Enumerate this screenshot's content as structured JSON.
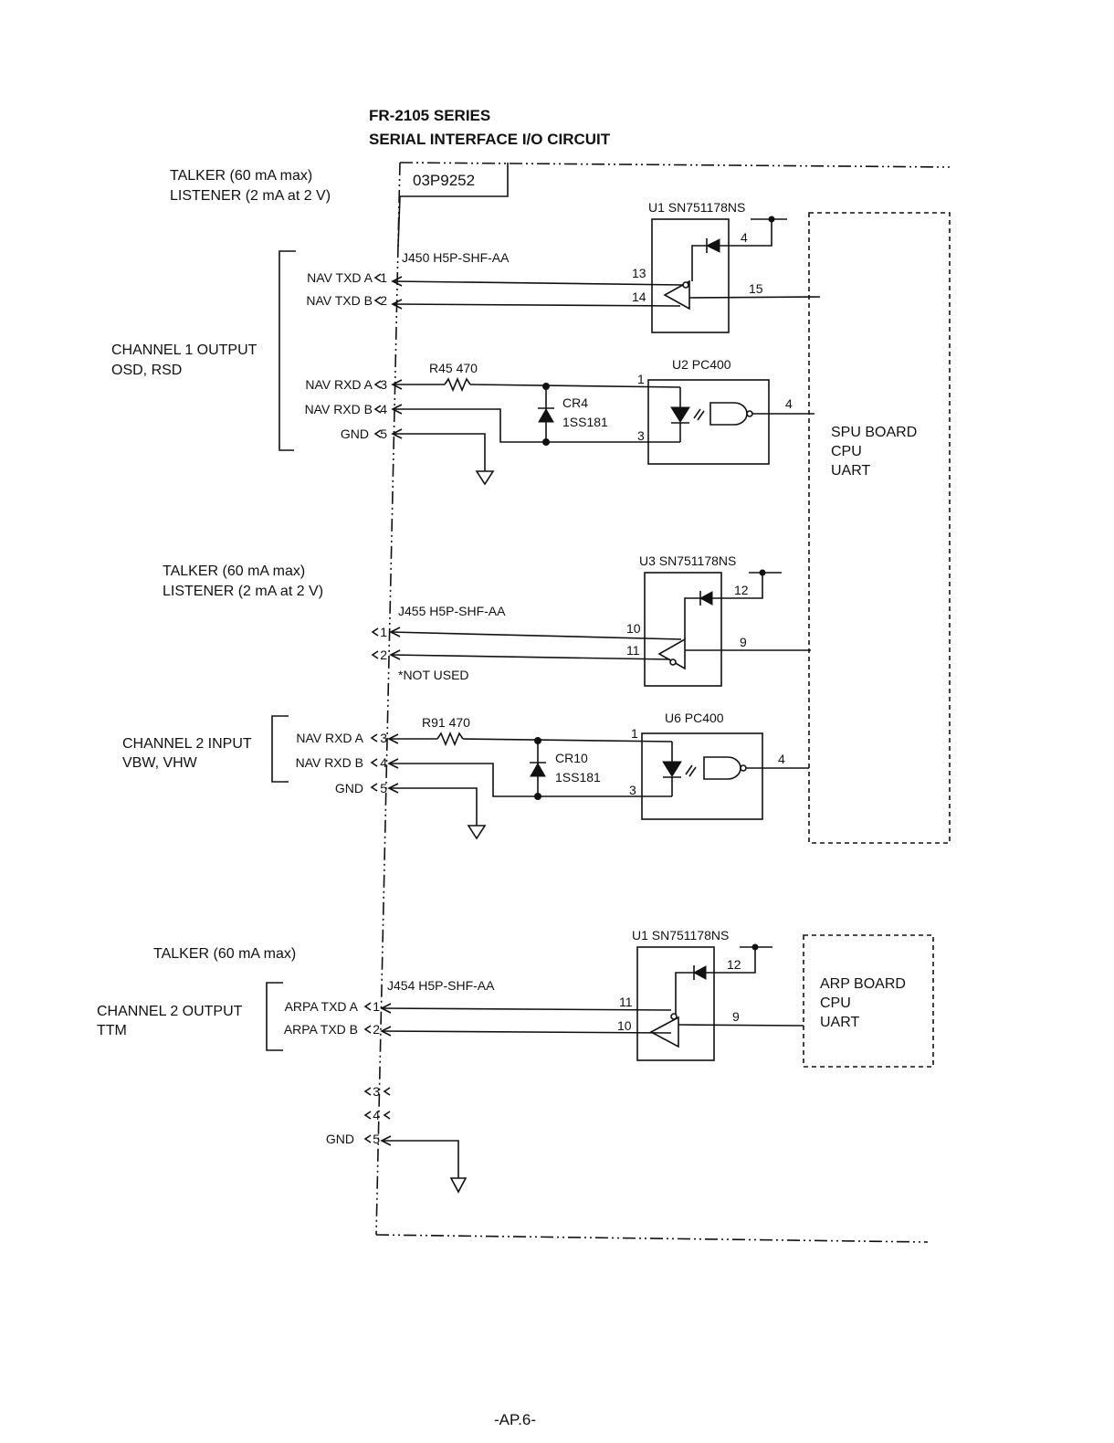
{
  "title": {
    "line1": "FR-2105 SERIES",
    "line2": "SERIAL INTERFACE I/O CIRCUIT"
  },
  "board": {
    "label": "03P9252"
  },
  "section1": {
    "spec_line1": "TALKER (60 mA max)",
    "spec_line2": "LISTENER (2 mA at 2 V)",
    "connector": "J450   H5P-SHF-AA",
    "group_label_line1": "CHANNEL 1 OUTPUT",
    "group_label_line2": "OSD, RSD",
    "pins": [
      {
        "signal": "NAV TXD A",
        "pin": "1"
      },
      {
        "signal": "NAV TXD B",
        "pin": "2"
      },
      {
        "signal": "NAV RXD A",
        "pin": "3"
      },
      {
        "signal": "NAV RXD B",
        "pin": "4"
      },
      {
        "signal": "GND",
        "pin": "5"
      }
    ],
    "driver": {
      "ref": "U1  SN751178NS",
      "pin_vcc": "4",
      "pin_a": "13",
      "pin_b": "14",
      "pin_in": "15"
    },
    "resistor": "R45  470",
    "diode_ref": "CR4",
    "diode_part": "1SS181",
    "opto": {
      "ref": "U2  PC400",
      "pin_anode": "1",
      "pin_cathode": "3",
      "pin_out": "4"
    }
  },
  "section2": {
    "spec_line1": "TALKER (60 mA max)",
    "spec_line2": "LISTENER (2 mA at 2 V)",
    "connector": "J455   H5P-SHF-AA",
    "pins": [
      {
        "signal": "",
        "pin": "1"
      },
      {
        "signal": "",
        "pin": "2"
      }
    ],
    "note": "*NOT USED",
    "driver": {
      "ref": "U3  SN751178NS",
      "pin_vcc": "12",
      "pin_a": "10",
      "pin_b": "11",
      "pin_in": "9"
    }
  },
  "section3": {
    "group_label_line1": "CHANNEL 2 INPUT",
    "group_label_line2": "VBW, VHW",
    "pins": [
      {
        "signal": "NAV RXD A",
        "pin": "3"
      },
      {
        "signal": "NAV RXD B",
        "pin": "4"
      },
      {
        "signal": "GND",
        "pin": "5"
      }
    ],
    "resistor": "R91  470",
    "diode_ref": "CR10",
    "diode_part": "1SS181",
    "opto": {
      "ref": "U6  PC400",
      "pin_anode": "1",
      "pin_cathode": "3",
      "pin_out": "4"
    }
  },
  "spu_board": {
    "line1": "SPU BOARD",
    "line2": "CPU",
    "line3": "UART"
  },
  "section4": {
    "spec_line1": "TALKER (60 mA max)",
    "connector": "J454   H5P-SHF-AA",
    "group_label_line1": "CHANNEL 2 OUTPUT",
    "group_label_line2": "TTM",
    "pins": [
      {
        "signal": "ARPA TXD A",
        "pin": "1"
      },
      {
        "signal": "ARPA TXD B",
        "pin": "2"
      },
      {
        "signal": "",
        "pin": "3"
      },
      {
        "signal": "",
        "pin": "4"
      },
      {
        "signal": "GND",
        "pin": "5"
      }
    ],
    "driver": {
      "ref": "U1  SN751178NS",
      "pin_vcc": "12",
      "pin_a": "11",
      "pin_b": "10",
      "pin_in": "9"
    }
  },
  "arp_board": {
    "line1": "ARP BOARD",
    "line2": "CPU",
    "line3": "UART"
  },
  "page_number": "-AP.6-"
}
